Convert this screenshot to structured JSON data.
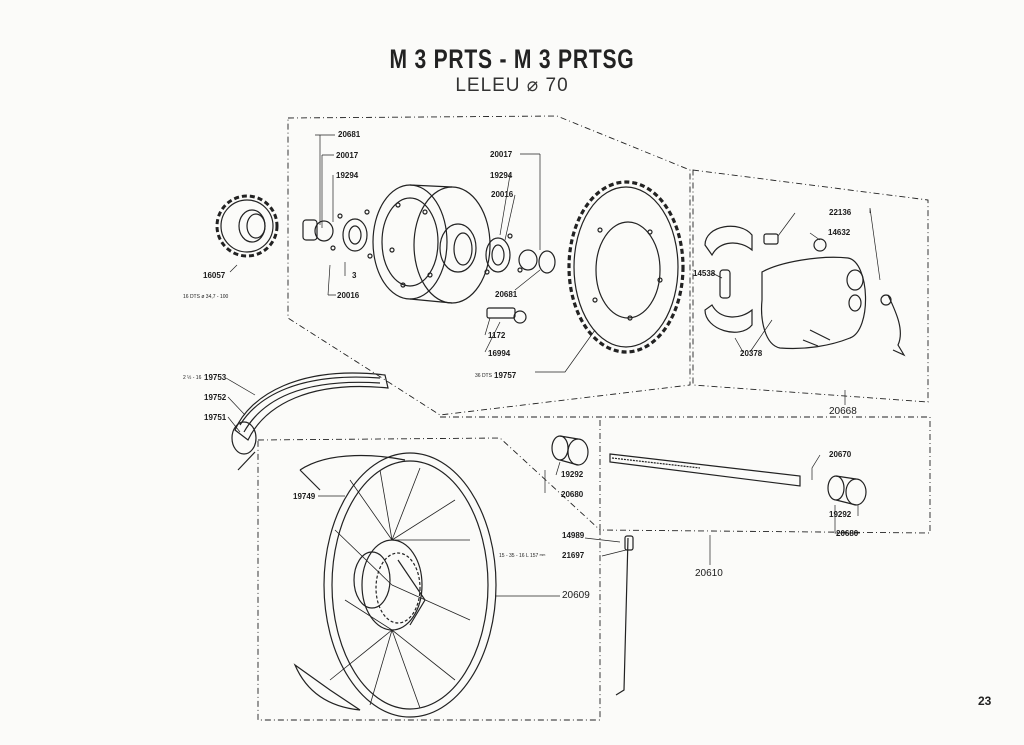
{
  "header": {
    "title": "M 3 PRTS  -  M 3 PRTSG",
    "subtitle": "LELEU ⌀ 70"
  },
  "page_number": "23",
  "parts": {
    "p20681_top": "20681",
    "p20017_left": "20017",
    "p19294_left": "19294",
    "p20017_right": "20017",
    "p19294_right": "19294",
    "p20016_right": "20016",
    "p3": "3",
    "p16057": "16057",
    "sprocket_note": "16 DTS ø 34,7 - 100",
    "p20016_left": "20016",
    "p20681_mid": "20681",
    "p1172": "1172",
    "p16994": "16994",
    "sprocket_big_note": "36 DTS",
    "p19757": "19757",
    "p22136": "22136",
    "p14632": "14632",
    "p14538": "14538",
    "p20378": "20378",
    "p20668": "20668",
    "tyre_note": "2 ½ - 16",
    "p19753": "19753",
    "p19752": "19752",
    "p19751": "19751",
    "p19292_mid": "19292",
    "p20680_mid": "20680",
    "p20670": "20670",
    "p19292_right": "19292",
    "p20680_right": "20680",
    "p19749": "19749",
    "p14989": "14989",
    "spoke_note": "15 - 35 - 16  L 157 ᵐᵐ",
    "p21697": "21697",
    "p20610": "20610",
    "p20609": "20609"
  },
  "colors": {
    "ink": "#1e1e1e",
    "paper": "#fbfbf9"
  }
}
